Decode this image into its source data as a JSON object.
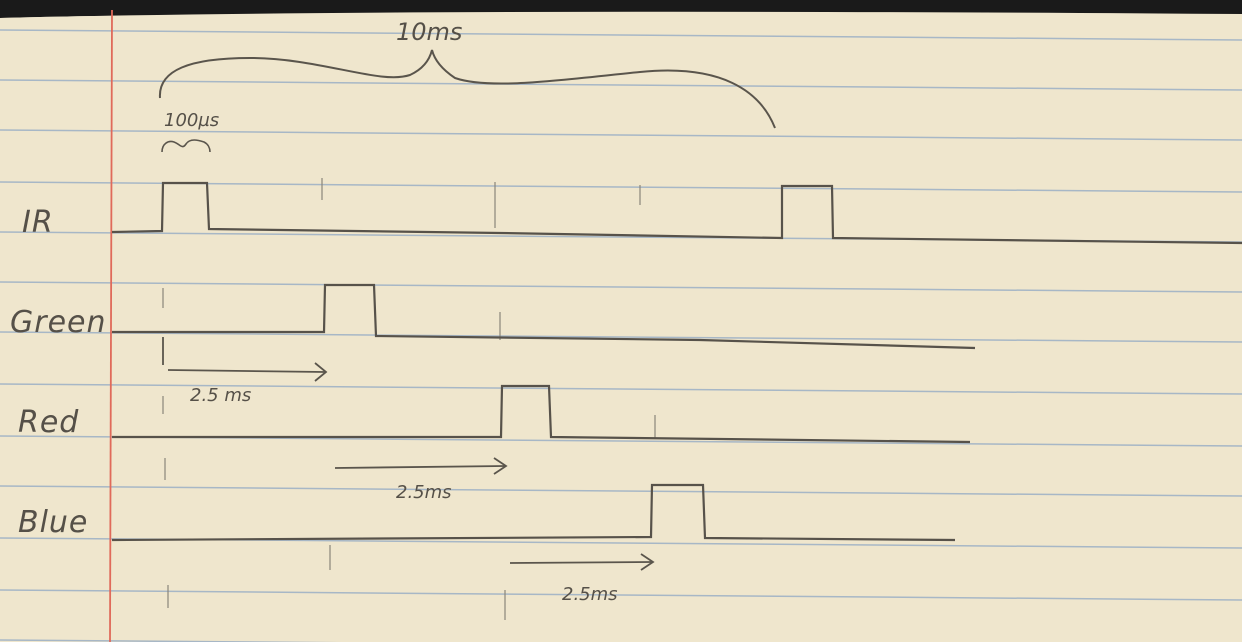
{
  "colors": {
    "paper": "#efe6cd",
    "rule_line": "#a7b7c6",
    "margin_line": "#e06a5a",
    "pencil": "#5a554c",
    "background": "#1a1a1a"
  },
  "diagram": {
    "period_label": "10ms",
    "pulse_width_label": "100µs",
    "signals": [
      {
        "name": "IR"
      },
      {
        "name": "Green"
      },
      {
        "name": "Red"
      },
      {
        "name": "Blue"
      }
    ],
    "offset_labels": [
      "2.5 ms",
      "2.5ms",
      "2.5ms"
    ]
  }
}
